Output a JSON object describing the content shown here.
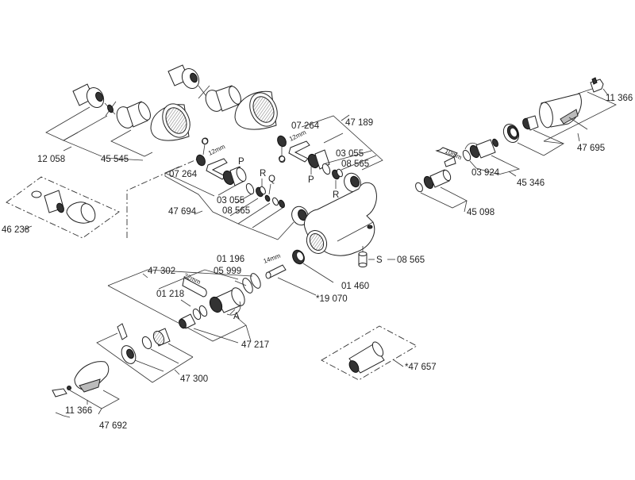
{
  "diagram": {
    "type": "exploded-parts-diagram",
    "subject": "thermostatic shower mixer valve spare parts",
    "part_numbers": {
      "p12058": "12 058",
      "p45545": "45 545",
      "p46238": "46 238",
      "p07264_left": "07 264",
      "p07264_right": "07 264",
      "p47694": "47 694",
      "p03055_left": "03 055",
      "p08565_left": "08 565",
      "p47189": "47 189",
      "p03055_right": "03 055",
      "p08565_right": "08 565",
      "p03924": "03 924",
      "p45346": "45 346",
      "p45098": "45 098",
      "p47695": "47 695",
      "p11366_right": "11 366",
      "p08565_s": "08 565",
      "p47302": "47 302",
      "p01196": "01 196",
      "p05999": "05 999",
      "p01218": "01 218",
      "p01460": "01 460",
      "p19070": "*19 070",
      "p47217": "47 217",
      "p47300": "47 300",
      "p47657": "*47 657",
      "p11366_left": "11 366",
      "p47692": "47 692"
    },
    "letter_markers": {
      "o_left": "O",
      "o_right": "O",
      "p_left": "P",
      "p_right": "P",
      "r_left": "R",
      "r_right": "R",
      "q": "Q",
      "s": "S",
      "a": "A"
    },
    "tool_sizes": {
      "hex_left": "12mm",
      "hex_right": "12mm",
      "hex_10": "10mm",
      "hex_14": "14mm",
      "wrench_22": "22mm"
    }
  }
}
